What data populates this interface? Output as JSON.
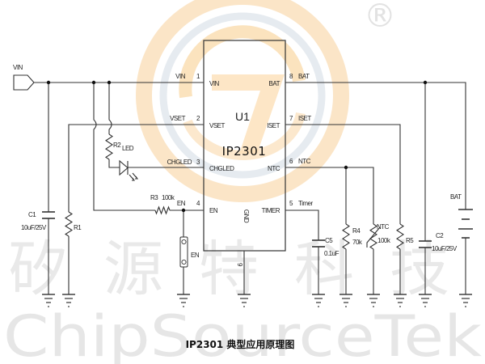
{
  "diagram": {
    "title": "IP2301 典型应用原理图",
    "port_vin": "VIN",
    "ic": {
      "ref": "U1",
      "part_number": "IP2301",
      "pins_left": [
        {
          "number": "1",
          "net": "VIN",
          "name": "VIN"
        },
        {
          "number": "2",
          "net": "VSET",
          "name": "VSET"
        },
        {
          "number": "3",
          "net": "CHGLED",
          "name": "CHGLED"
        },
        {
          "number": "4",
          "net": "EN",
          "name": "EN"
        }
      ],
      "pins_right": [
        {
          "number": "8",
          "net": "BAT",
          "name": "BAT"
        },
        {
          "number": "7",
          "net": "ISET",
          "name": "ISET"
        },
        {
          "number": "6",
          "net": "NTC",
          "name": "NTC"
        },
        {
          "number": "5",
          "net": "Timer",
          "name": "TIMER"
        }
      ],
      "pin_bottom": {
        "number": "9",
        "name": "GND"
      }
    },
    "components": {
      "c1": {
        "ref": "C1",
        "value": "10uF/25V"
      },
      "r1": {
        "ref": "R1"
      },
      "r2": {
        "ref": "R2"
      },
      "led": {
        "ref": "LED"
      },
      "r3": {
        "ref": "R3",
        "value": "100k"
      },
      "en_jumper": {
        "ref": "EN"
      },
      "c5": {
        "ref": "C5",
        "value": "0.1uF"
      },
      "r4": {
        "ref": "R4",
        "value": "70k"
      },
      "ntc": {
        "ref": "NTC",
        "value": "100k"
      },
      "r5": {
        "ref": "R5"
      },
      "c2": {
        "ref": "C2",
        "value": "10uF/25V"
      },
      "bat": {
        "ref": "BAT"
      }
    }
  },
  "watermark": {
    "brand_en": "ChipSourceTek",
    "brand_cn": "矽源特科技",
    "registered_mark": "®"
  },
  "colors": {
    "wire": "#333333",
    "logo_orange": "#fbe0b8",
    "logo_gray": "#e3e8ee",
    "watermark_gray": "#e8e8e8"
  }
}
